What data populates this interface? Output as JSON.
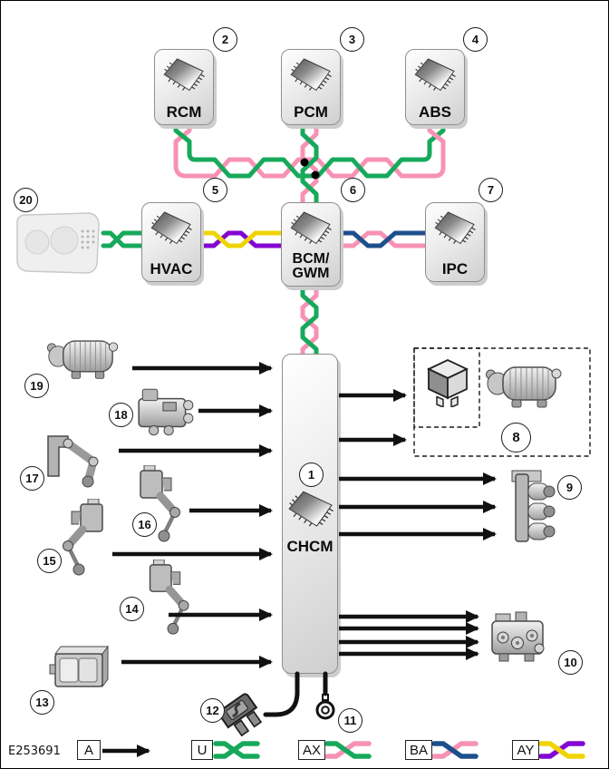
{
  "figure_id": "E253691",
  "colors": {
    "green": "#17a95b",
    "pink": "#f792b4",
    "navy": "#1d4f8c",
    "yellow": "#f0d400",
    "purple": "#8405d2",
    "black": "#111111"
  },
  "modules": {
    "rcm": {
      "label": "RCM",
      "callout": "2"
    },
    "pcm": {
      "label": "PCM",
      "callout": "3"
    },
    "abs": {
      "label": "ABS",
      "callout": "4"
    },
    "hvac": {
      "label": "HVAC",
      "callout": "5"
    },
    "bcm_gwm": {
      "label_line1": "BCM/",
      "label_line2": "GWM",
      "callout": "6"
    },
    "ipc": {
      "label": "IPC",
      "callout": "7"
    },
    "chcm": {
      "label": "CHCM",
      "callout": "1"
    }
  },
  "callouts": {
    "c1": "1",
    "c2": "2",
    "c3": "3",
    "c4": "4",
    "c5": "5",
    "c6": "6",
    "c7": "7",
    "c8": "8",
    "c9": "9",
    "c10": "10",
    "c11": "11",
    "c12": "12",
    "c13": "13",
    "c14": "14",
    "c15": "15",
    "c16": "16",
    "c17": "17",
    "c18": "18",
    "c19": "19",
    "c20": "20"
  },
  "legend": {
    "arrow_code": "A",
    "pairs": [
      {
        "code": "U",
        "wires": [
          "green",
          "green"
        ]
      },
      {
        "code": "AX",
        "wires": [
          "green",
          "pink"
        ]
      },
      {
        "code": "BA",
        "wires": [
          "navy",
          "pink"
        ]
      },
      {
        "code": "AY",
        "wires": [
          "yellow",
          "purple"
        ]
      }
    ]
  },
  "icons": {
    "module_icon": "microchip-icon",
    "item11_icon": "ring-terminal-icon",
    "item12_icon": "fuse-icon",
    "item8_icon": "relay-icon"
  }
}
